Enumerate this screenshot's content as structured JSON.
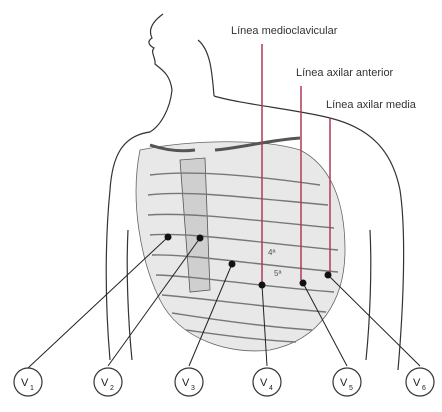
{
  "guide_lines": [
    {
      "label": "Línea medioclavicular"
    },
    {
      "label": "Línea axilar anterior"
    },
    {
      "label": "Línea axilar media"
    }
  ],
  "rib_labels": {
    "fourth": "4ª",
    "fifth": "5ª"
  },
  "leads": [
    {
      "letter": "V",
      "sub": "1"
    },
    {
      "letter": "V",
      "sub": "2"
    },
    {
      "letter": "V",
      "sub": "3"
    },
    {
      "letter": "V",
      "sub": "4"
    },
    {
      "letter": "V",
      "sub": "5"
    },
    {
      "letter": "V",
      "sub": "6"
    }
  ],
  "colors": {
    "guide_line": "#b03a55",
    "outline": "#333333",
    "rib_shade": "#d9d9d9",
    "electrode": "#111111"
  }
}
